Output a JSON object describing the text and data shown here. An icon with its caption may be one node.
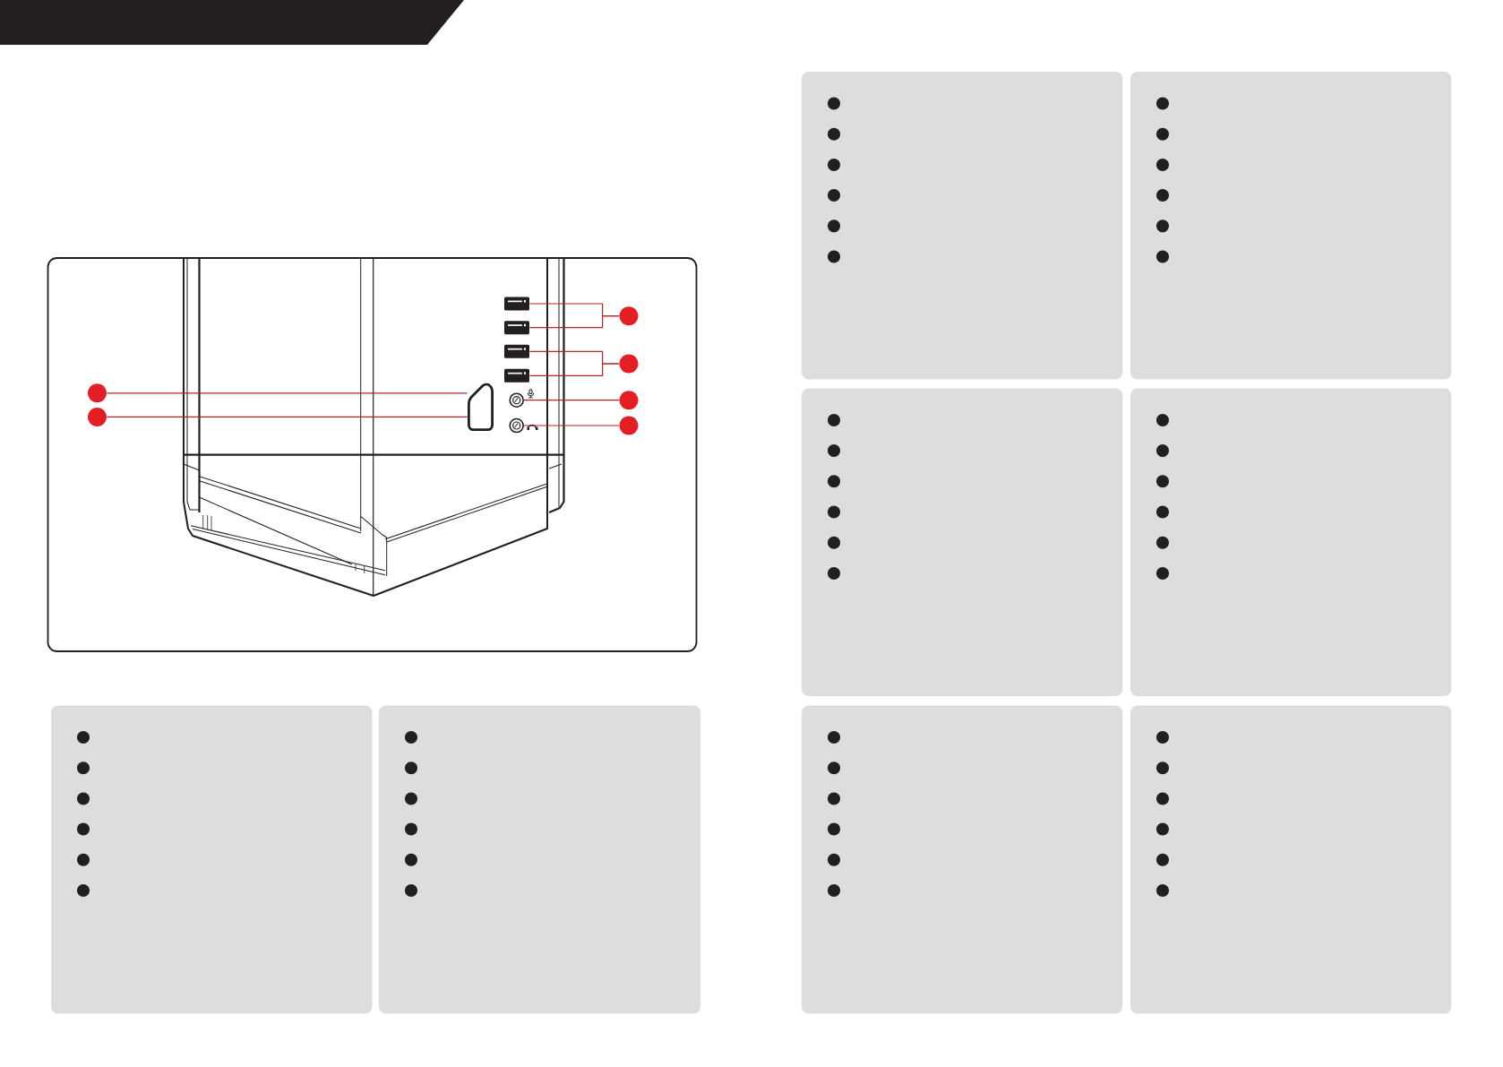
{
  "diagram": {
    "nodes": [
      {
        "text": [],
        "shape": "bar"
      },
      {
        "text": [],
        "shape": "circle"
      },
      {
        "text": [],
        "shape": "circle"
      },
      {
        "text": [],
        "shape": "box"
      },
      {
        "text": [],
        "shape": "box"
      },
      {
        "text": [],
        "shape": "box"
      },
      {
        "text": [],
        "shape": "box"
      },
      {
        "text": [],
        "shape": "box"
      },
      {
        "text": [],
        "shape": "circle"
      },
      {
        "text": [],
        "shape": "circle"
      },
      {
        "text": [],
        "shape": "circle"
      },
      {
        "text": [],
        "shape": "circle"
      },
      {
        "text": [],
        "shape": "circle"
      },
      {
        "text": [],
        "shape": "circle"
      },
      {
        "text": [],
        "shape": "box"
      },
      {
        "text": [],
        "shape": "box"
      },
      {
        "text": [],
        "shape": "box"
      },
      {
        "text": [],
        "shape": "box"
      },
      {
        "text": [],
        "shape": "box"
      },
      {
        "text": [],
        "shape": "box"
      },
      {
        "text": [],
        "shape": "box"
      },
      {
        "text": [],
        "shape": "box"
      }
    ],
    "edges": [
      {
        "from": 1,
        "to": 3,
        "arrow": "none"
      },
      {
        "from": 2,
        "to": 3,
        "arrow": "none"
      },
      {
        "from": 10,
        "to": 4,
        "arrow": "none"
      },
      {
        "from": 10,
        "to": 5,
        "arrow": "none"
      },
      {
        "from": 11,
        "to": 6,
        "arrow": "none"
      },
      {
        "from": 11,
        "to": 7,
        "arrow": "none"
      },
      {
        "from": 12,
        "to": 8,
        "arrow": "none"
      },
      {
        "from": 13,
        "to": 9,
        "arrow": "none"
      }
    ]
  }
}
